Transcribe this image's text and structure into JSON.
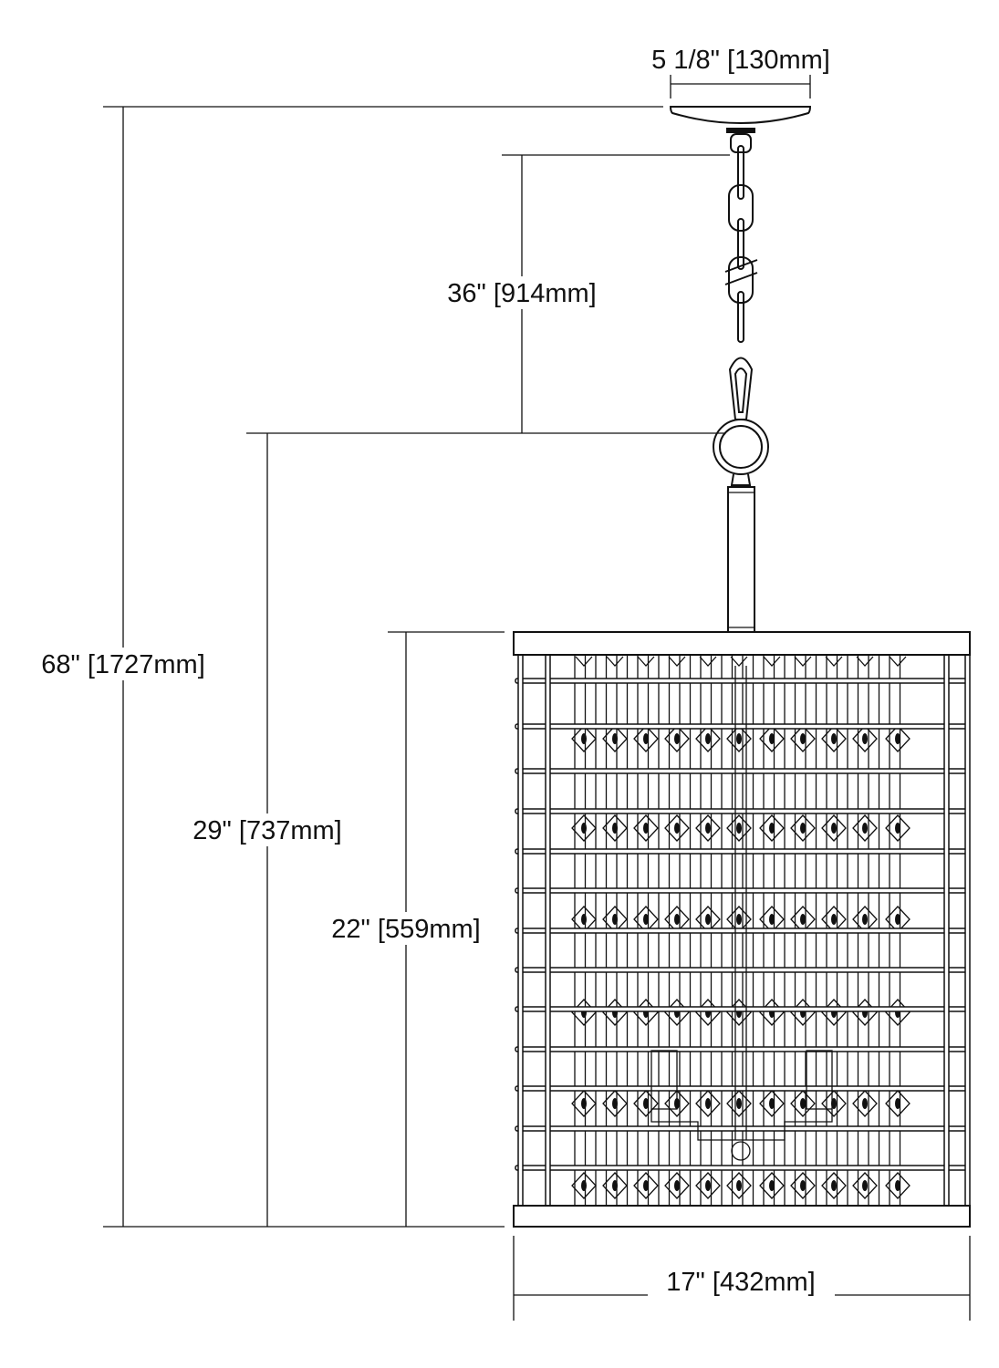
{
  "dimensions": {
    "canopy_width": "5 1/8\" [130mm]",
    "overall_height": "68\" [1727mm]",
    "chain_length": "36\" [914mm]",
    "fixture_height_with_loop": "29\" [737mm]",
    "body_height": "22\" [559mm]",
    "body_width": "17\" [432mm]"
  },
  "colors": {
    "line": "#111111",
    "background": "#ffffff"
  }
}
